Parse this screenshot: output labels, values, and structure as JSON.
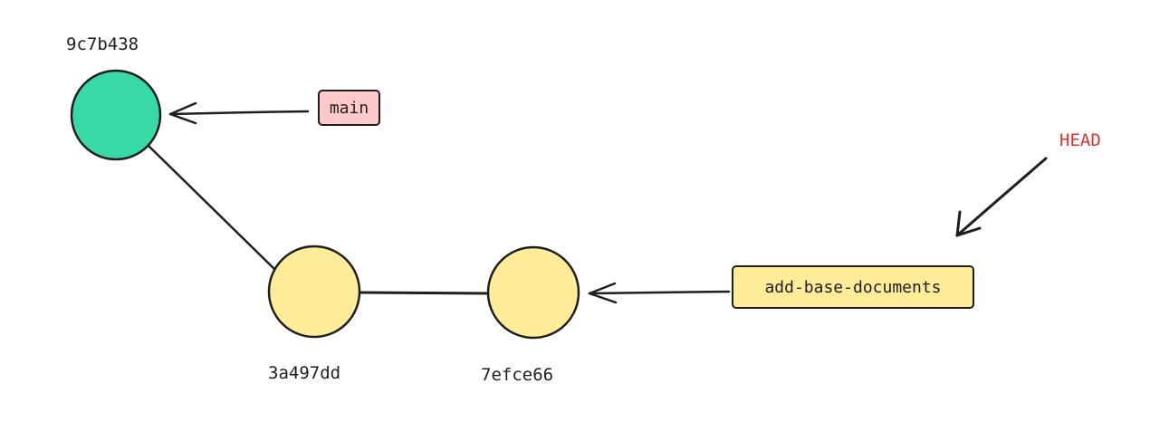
{
  "commits": [
    {
      "id": "9c7b438",
      "color": "#38d9a9"
    },
    {
      "id": "3a497dd",
      "color": "#ffec99"
    },
    {
      "id": "7efce66",
      "color": "#ffec99"
    }
  ],
  "branches": {
    "main": {
      "label": "main",
      "color": "#ffc9c9"
    },
    "feature": {
      "label": "add-base-documents",
      "color": "#ffec99"
    }
  },
  "head": {
    "label": "HEAD",
    "color": "#e03131"
  },
  "stroke_color": "#1e1e1e"
}
